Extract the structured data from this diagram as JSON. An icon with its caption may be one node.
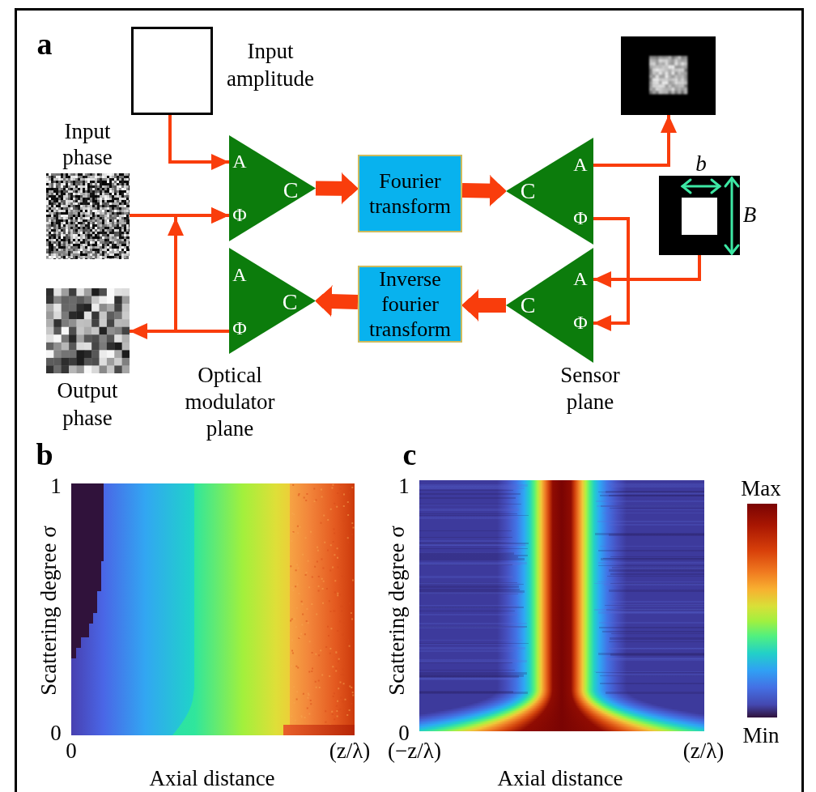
{
  "diagram": {
    "nodes": [
      {
        "text": [],
        "shape": "box",
        "beside": [
          "Input amplitude"
        ]
      },
      {
        "text": [],
        "shape": "picture"
      },
      {
        "text": [],
        "shape": "picture",
        "beside": [
          "Input phase"
        ]
      },
      {
        "text": [
          "A",
          "C",
          "Φ"
        ]
      },
      {
        "text": [
          "Fourier transform"
        ]
      },
      {
        "text": [
          "A",
          "C",
          "Φ"
        ]
      },
      {
        "text": [],
        "shape": "picture",
        "beside": [
          "b",
          "B"
        ]
      },
      {
        "text": [],
        "shape": "picture",
        "beside": [
          "Output phase"
        ]
      },
      {
        "text": [
          "A",
          "C",
          "Φ"
        ]
      },
      {
        "text": [
          "Inverse fourier transform"
        ]
      },
      {
        "text": [
          "A",
          "C",
          "Φ"
        ]
      }
    ],
    "edges": [
      {
        "from": 0,
        "to": 3,
        "arrow": "to"
      },
      {
        "from": 2,
        "to": 3,
        "arrow": "to"
      },
      {
        "from": 8,
        "to": 3,
        "arrow": "to"
      },
      {
        "from": 8,
        "to": 7,
        "arrow": "to"
      },
      {
        "from": 3,
        "to": 4,
        "arrow": "to",
        "style": "thick"
      },
      {
        "from": 4,
        "to": 5,
        "arrow": "to",
        "style": "thick"
      },
      {
        "from": 5,
        "to": 1,
        "arrow": "to"
      },
      {
        "from": 5,
        "to": 10,
        "arrow": "to"
      },
      {
        "from": 6,
        "to": 10,
        "arrow": "to"
      },
      {
        "from": 10,
        "to": 9,
        "arrow": "to",
        "style": "thick"
      },
      {
        "from": 9,
        "to": 8,
        "arrow": "to",
        "style": "thick"
      }
    ],
    "labels": [
      "a",
      "Optical modulator plane",
      "Sensor plane",
      "b",
      "c",
      "1",
      "Scattering degree σ",
      "0",
      "0",
      "(z/λ)",
      "Axial distance",
      "1",
      "Scattering degree σ",
      "0",
      "(−z/λ)",
      "(z/λ)",
      "Axial distance",
      "Max",
      "Min"
    ]
  }
}
